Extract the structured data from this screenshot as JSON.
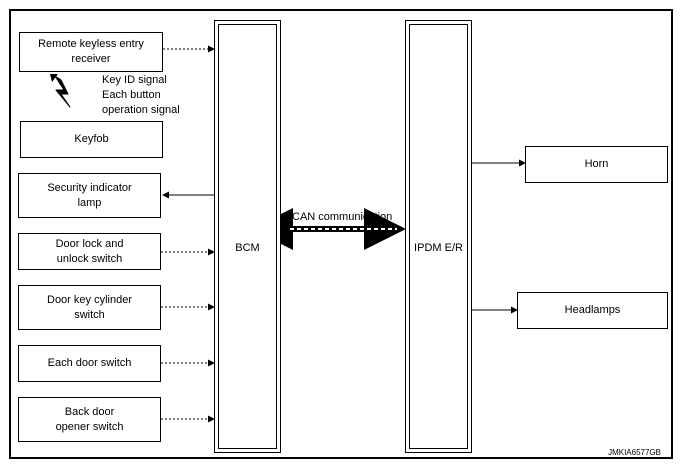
{
  "inputs": [
    {
      "label": "Remote keyless entry\nreceiver",
      "name": "remote-keyless-entry-receiver-box"
    },
    {
      "label": "Keyfob",
      "name": "keyfob-box"
    },
    {
      "label": "Security indicator\nlamp",
      "name": "security-indicator-lamp-box"
    },
    {
      "label": "Door lock and\nunlock switch",
      "name": "door-lock-unlock-switch-box"
    },
    {
      "label": "Door key cylinder\nswitch",
      "name": "door-key-cylinder-switch-box"
    },
    {
      "label": "Each door switch",
      "name": "each-door-switch-box"
    },
    {
      "label": "Back door\nopener switch",
      "name": "back-door-opener-switch-box"
    }
  ],
  "signal_label": "Key ID signal\nEach button\noperation signal",
  "bcm_label": "BCM",
  "ipdm_label": "IPDM E/R",
  "can_label": "CAN communication",
  "outputs": [
    {
      "label": "Horn",
      "name": "horn-box"
    },
    {
      "label": "Headlamps",
      "name": "headlamps-box"
    }
  ],
  "figure_code": "JMKIA6577GB"
}
